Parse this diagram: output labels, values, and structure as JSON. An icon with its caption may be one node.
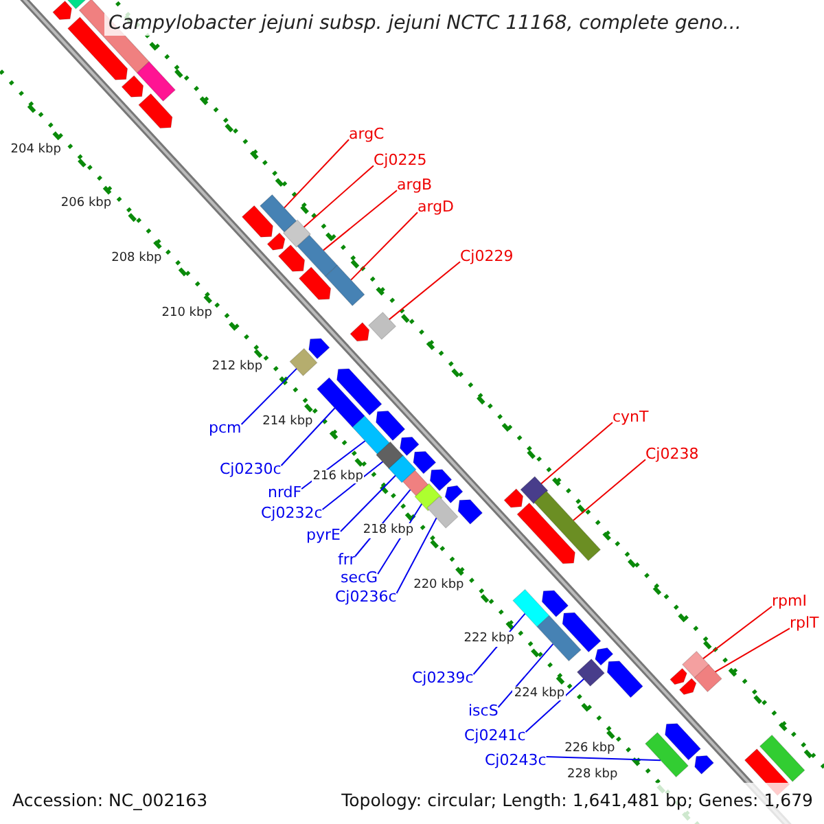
{
  "diagram": {
    "title": "Campylobacter jejuni subsp. jejuni NCTC 11168, complete geno...",
    "nodes": [
      {
        "text": [
          "argC"
        ]
      },
      {
        "text": [
          "Cj0225"
        ]
      },
      {
        "text": [
          "argB"
        ]
      },
      {
        "text": [
          "argD"
        ]
      },
      {
        "text": [
          "Cj0229"
        ]
      },
      {
        "text": [
          "pcm"
        ]
      },
      {
        "text": [
          "Cj0230c"
        ]
      },
      {
        "text": [
          "nrdF"
        ]
      },
      {
        "text": [
          "Cj0232c"
        ]
      },
      {
        "text": [
          "pyrE"
        ]
      },
      {
        "text": [
          "frr"
        ]
      },
      {
        "text": [
          "secG"
        ]
      },
      {
        "text": [
          "Cj0236c"
        ]
      },
      {
        "text": [
          "cynT"
        ]
      },
      {
        "text": [
          "Cj0238"
        ]
      },
      {
        "text": [
          "Cj0239c"
        ]
      },
      {
        "text": [
          "iscS"
        ]
      },
      {
        "text": [
          "Cj0241c"
        ]
      },
      {
        "text": [
          "Cj0243c"
        ]
      },
      {
        "text": [
          "rpmI"
        ]
      },
      {
        "text": [
          "rplT"
        ]
      },
      {
        "text": [],
        "shape": "box"
      },
      {
        "text": [],
        "shape": "diamond"
      },
      {
        "text": [],
        "shape": "box"
      },
      {
        "text": [],
        "shape": "box"
      },
      {
        "text": [],
        "shape": "diamond"
      },
      {
        "text": [],
        "shape": "diamond"
      },
      {
        "text": [],
        "shape": "box"
      },
      {
        "text": [],
        "shape": "box"
      },
      {
        "text": [],
        "shape": "diamond"
      },
      {
        "text": [],
        "shape": "diamond"
      },
      {
        "text": [],
        "shape": "box"
      },
      {
        "text": [],
        "shape": "diamond"
      },
      {
        "text": [],
        "shape": "box"
      },
      {
        "text": [],
        "shape": "diamond"
      },
      {
        "text": [],
        "shape": "box"
      },
      {
        "text": [],
        "shape": "box"
      },
      {
        "text": [],
        "shape": "box"
      },
      {
        "text": [],
        "shape": "diamond"
      },
      {
        "text": [],
        "shape": "box"
      },
      {
        "text": [],
        "shape": "diamond"
      },
      {
        "text": [],
        "shape": "diamond"
      },
      {
        "text": [],
        "shape": "box"
      },
      {
        "text": [],
        "shape": "box"
      },
      {
        "text": [],
        "shape": "diamond"
      },
      {
        "text": [],
        "shape": "box"
      },
      {
        "text": [],
        "shape": "box"
      },
      {
        "text": [],
        "shape": "arrow"
      },
      {
        "text": [],
        "shape": "arrow"
      },
      {
        "text": [],
        "shape": "arrow"
      },
      {
        "text": [],
        "shape": "arrow"
      },
      {
        "text": [],
        "shape": "arrow"
      },
      {
        "text": [],
        "shape": "arrow"
      },
      {
        "text": [],
        "shape": "arrow"
      },
      {
        "text": [],
        "shape": "arrow"
      },
      {
        "text": [],
        "shape": "arrow"
      },
      {
        "text": [],
        "shape": "arrow"
      },
      {
        "text": [],
        "shape": "arrow"
      },
      {
        "text": [],
        "shape": "arrow"
      },
      {
        "text": [],
        "shape": "arrow"
      },
      {
        "text": [],
        "shape": "arrow"
      },
      {
        "text": [],
        "shape": "arrow"
      },
      {
        "text": [],
        "shape": "arrow"
      },
      {
        "text": [],
        "shape": "arrow"
      },
      {
        "text": [],
        "shape": "arrow"
      },
      {
        "text": [],
        "shape": "arrow"
      },
      {
        "text": [],
        "shape": "arrow"
      },
      {
        "text": [],
        "shape": "arrow"
      },
      {
        "text": [],
        "shape": "arrow"
      },
      {
        "text": [],
        "shape": "arrow"
      },
      {
        "text": [],
        "shape": "arrow"
      },
      {
        "text": [],
        "shape": "arrow"
      },
      {
        "text": [],
        "shape": "arrow"
      },
      {
        "text": [],
        "shape": "arrow"
      }
    ],
    "edges": [
      {
        "from": 0,
        "to": 21,
        "arrow": "none",
        "color": "#ee0000"
      },
      {
        "from": 1,
        "to": 22,
        "arrow": "none",
        "color": "#ee0000"
      },
      {
        "from": 2,
        "to": 23,
        "arrow": "none",
        "color": "#ee0000"
      },
      {
        "from": 3,
        "to": 24,
        "arrow": "none",
        "color": "#ee0000"
      },
      {
        "from": 4,
        "to": 25,
        "arrow": "none",
        "color": "#ee0000"
      },
      {
        "from": 5,
        "to": 26,
        "arrow": "none"
      },
      {
        "from": 6,
        "to": 27,
        "arrow": "none"
      },
      {
        "from": 7,
        "to": 28,
        "arrow": "none"
      },
      {
        "from": 8,
        "to": 29,
        "arrow": "none"
      },
      {
        "from": 9,
        "to": 30,
        "arrow": "none"
      },
      {
        "from": 10,
        "to": 31,
        "arrow": "none"
      },
      {
        "from": 11,
        "to": 32,
        "arrow": "none"
      },
      {
        "from": 12,
        "to": 33,
        "arrow": "none"
      },
      {
        "from": 13,
        "to": 34,
        "arrow": "none",
        "color": "#ee0000"
      },
      {
        "from": 14,
        "to": 35,
        "arrow": "none",
        "color": "#ee0000"
      },
      {
        "from": 15,
        "to": 36,
        "arrow": "none"
      },
      {
        "from": 16,
        "to": 37,
        "arrow": "none"
      },
      {
        "from": 17,
        "to": 38,
        "arrow": "none"
      },
      {
        "from": 18,
        "to": 39,
        "arrow": "none"
      },
      {
        "from": 19,
        "to": 40,
        "arrow": "none",
        "color": "#ee0000"
      },
      {
        "from": 20,
        "to": 41,
        "arrow": "none",
        "color": "#ee0000"
      }
    ],
    "labels": [
      "204 kbp",
      "206 kbp",
      "208 kbp",
      "210 kbp",
      "212 kbp",
      "214 kbp",
      "216 kbp",
      "218 kbp",
      "220 kbp",
      "222 kbp",
      "224 kbp",
      "226 kbp",
      "228 kbp",
      "Accession: NC_002163",
      "Topology: circular; Length: 1,641,481 bp; Genes: 1,679"
    ]
  }
}
